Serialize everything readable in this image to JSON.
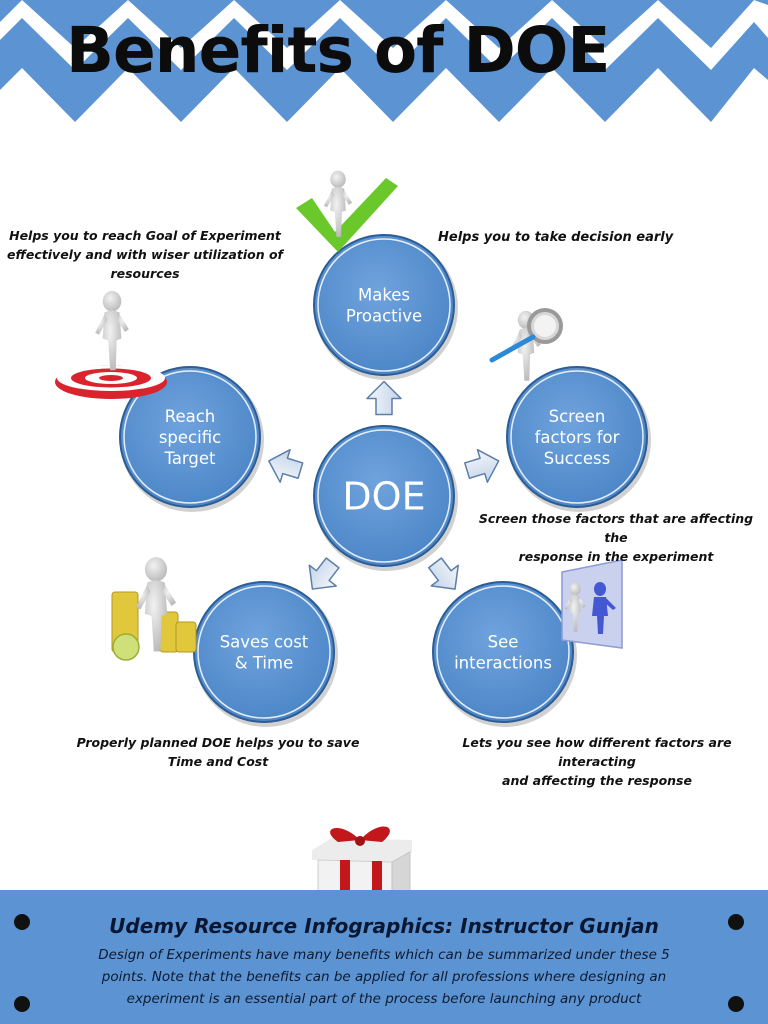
{
  "title": "Benefits of DOE",
  "colors": {
    "banner_blue": "#5b93d3",
    "node_fill": "#5b93d3",
    "node_ring": "#2c5d95",
    "check_green": "#6ac82a",
    "gold": "#e0c73b",
    "target_red": "#d9232d",
    "ribbon_red": "#c2171b"
  },
  "center": {
    "label": "DOE"
  },
  "nodes": [
    {
      "id": "proactive",
      "lines": [
        "Makes",
        "Proactive"
      ],
      "description": "Helps you to take decision early",
      "icon": "checkmark-figure-icon"
    },
    {
      "id": "screen",
      "lines": [
        "Screen",
        "factors for",
        "Success"
      ],
      "description_lines": [
        "Screen those factors that are affecting the",
        "response in the experiment"
      ],
      "icon": "magnifier-figure-icon"
    },
    {
      "id": "interactions",
      "lines": [
        "See",
        "interactions"
      ],
      "description_lines": [
        "Lets you see how different factors are interacting",
        "and affecting the response"
      ],
      "icon": "mirror-figure-icon"
    },
    {
      "id": "cost",
      "lines": [
        "Saves cost",
        "& Time"
      ],
      "description_lines": [
        "Properly planned DOE helps you to save",
        "Time and Cost"
      ],
      "icon": "coins-figure-icon"
    },
    {
      "id": "target",
      "lines": [
        "Reach",
        "specific",
        "Target"
      ],
      "description_lines": [
        "Helps you to reach Goal of Experiment",
        "effectively and with wiser utilization of",
        "resources"
      ],
      "icon": "target-figure-icon"
    }
  ],
  "gift_icon": "gift-box-icon",
  "footer": {
    "title": "Udemy Resource Infographics: Instructor Gunjan",
    "text_lines": [
      "Design of Experiments have many benefits which can be summarized under these 5",
      "points. Note that the benefits can be applied for all professions where designing an",
      "experiment is an essential part of the process before launching any product"
    ]
  }
}
